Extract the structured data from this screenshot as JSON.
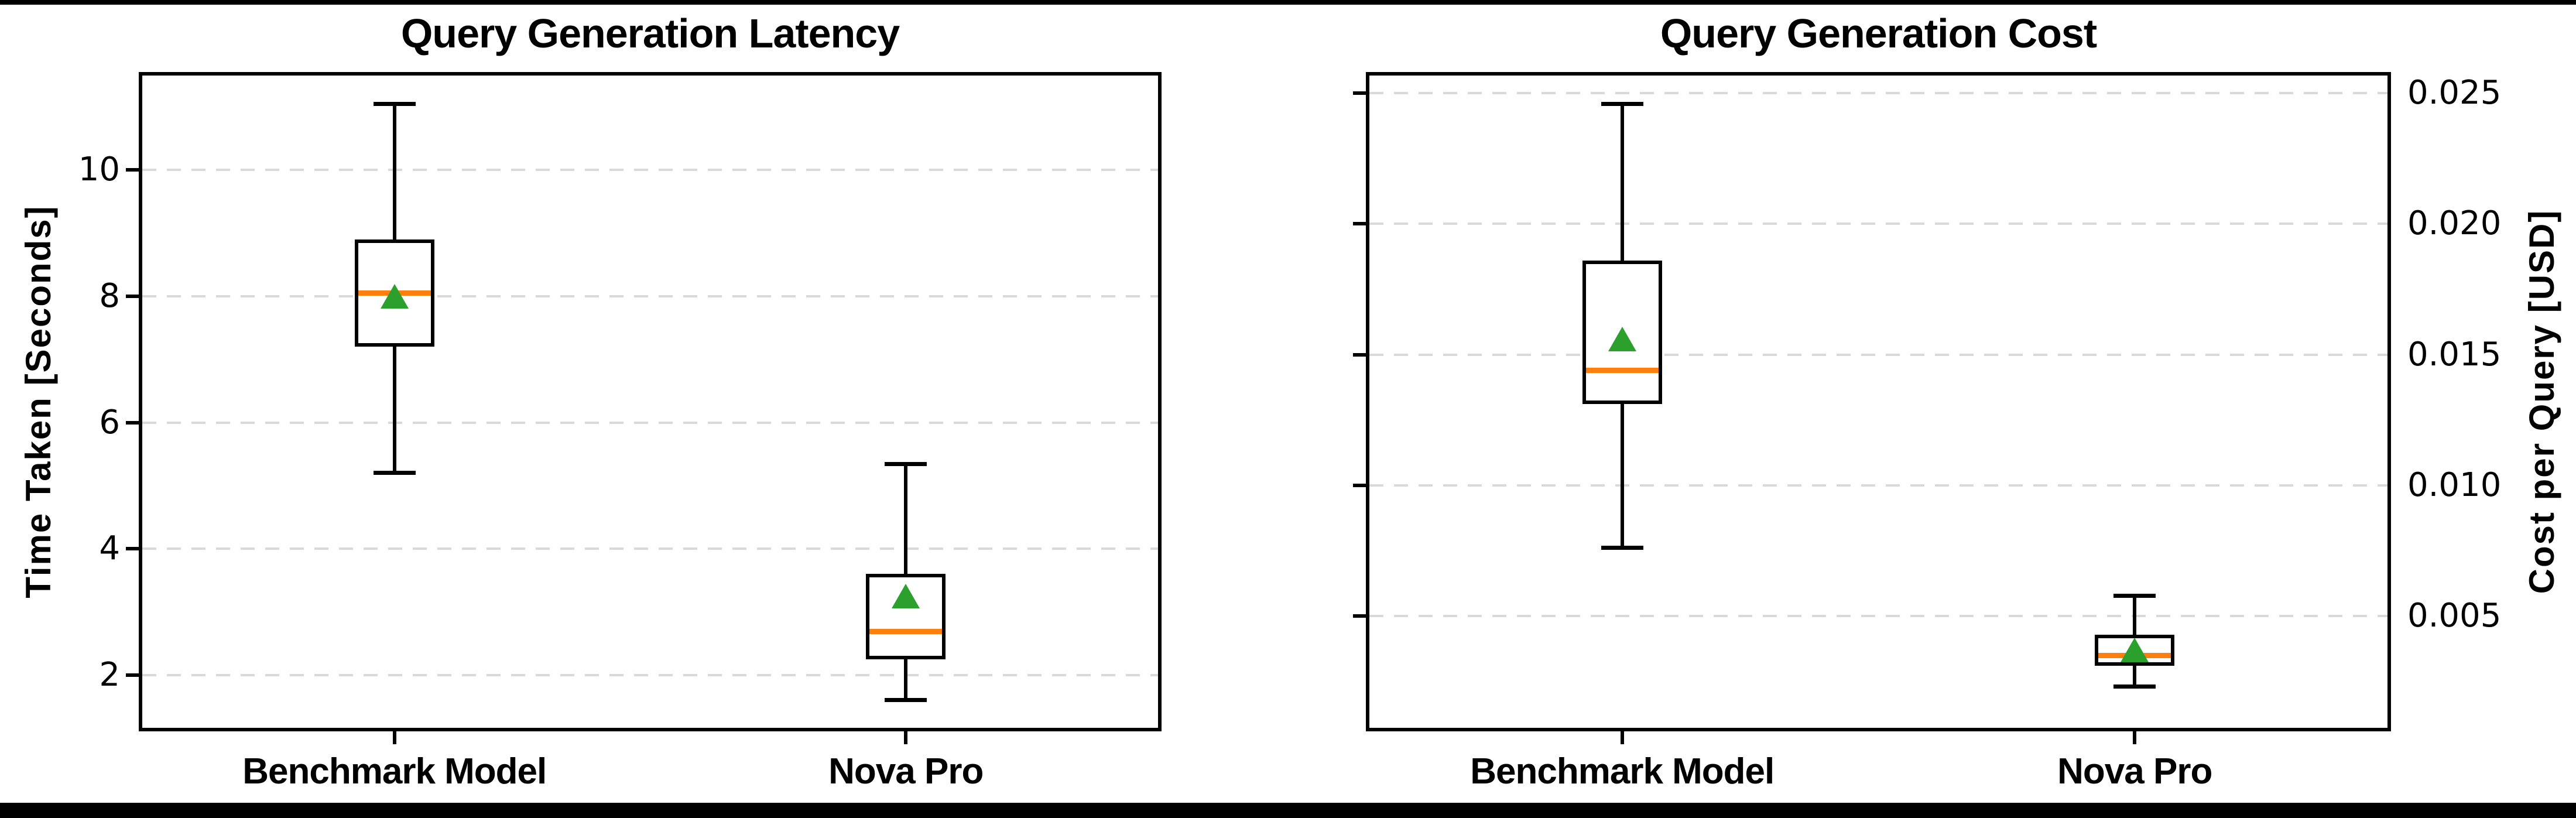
{
  "figure": {
    "background": "#ffffff",
    "top_bar_color": "#000000",
    "bottom_bar_color": "#000000"
  },
  "colors": {
    "median": "#ff7f0e",
    "mean_marker": "#2ca02c",
    "box_edge": "#000000",
    "gridline": "#d9d9d9",
    "text": "#000000"
  },
  "chart_data": [
    {
      "type": "box",
      "title": "Query Generation Latency",
      "ylabel": "Time Taken [Seconds]",
      "ylabel_side": "left",
      "tick_label_side": "left",
      "grid": true,
      "categories": [
        "Benchmark Model",
        "Nova Pro"
      ],
      "yticks": [
        2,
        4,
        6,
        8,
        10
      ],
      "ytick_labels": [
        "2",
        "4",
        "6",
        "8",
        "10"
      ],
      "ylim": [
        1.11,
        11.55
      ],
      "series": [
        {
          "name": "Benchmark Model",
          "whislo": 5.2,
          "q1": 7.2,
          "med": 8.05,
          "mean": 8.0,
          "q3": 8.9,
          "whishi": 11.05
        },
        {
          "name": "Nova Pro",
          "whislo": 1.6,
          "q1": 2.25,
          "med": 2.7,
          "mean": 3.25,
          "q3": 3.6,
          "whishi": 5.35
        }
      ]
    },
    {
      "type": "box",
      "title": "Query Generation Cost",
      "ylabel": "Cost per Query [USD]",
      "ylabel_side": "right",
      "tick_label_side": "right",
      "grid": true,
      "categories": [
        "Benchmark Model",
        "Nova Pro"
      ],
      "yticks": [
        0.005,
        0.01,
        0.015,
        0.02,
        0.025
      ],
      "ytick_labels": [
        "0.005",
        "0.010",
        "0.015",
        "0.020",
        "0.025"
      ],
      "ylim": [
        0.0006,
        0.0258
      ],
      "series": [
        {
          "name": "Benchmark Model",
          "whislo": 0.0076,
          "q1": 0.0131,
          "med": 0.0144,
          "mean": 0.0156,
          "q3": 0.0186,
          "whishi": 0.0246
        },
        {
          "name": "Nova Pro",
          "whislo": 0.0023,
          "q1": 0.0031,
          "med": 0.0035,
          "mean": 0.0037,
          "q3": 0.0043,
          "whishi": 0.0058
        }
      ]
    }
  ]
}
